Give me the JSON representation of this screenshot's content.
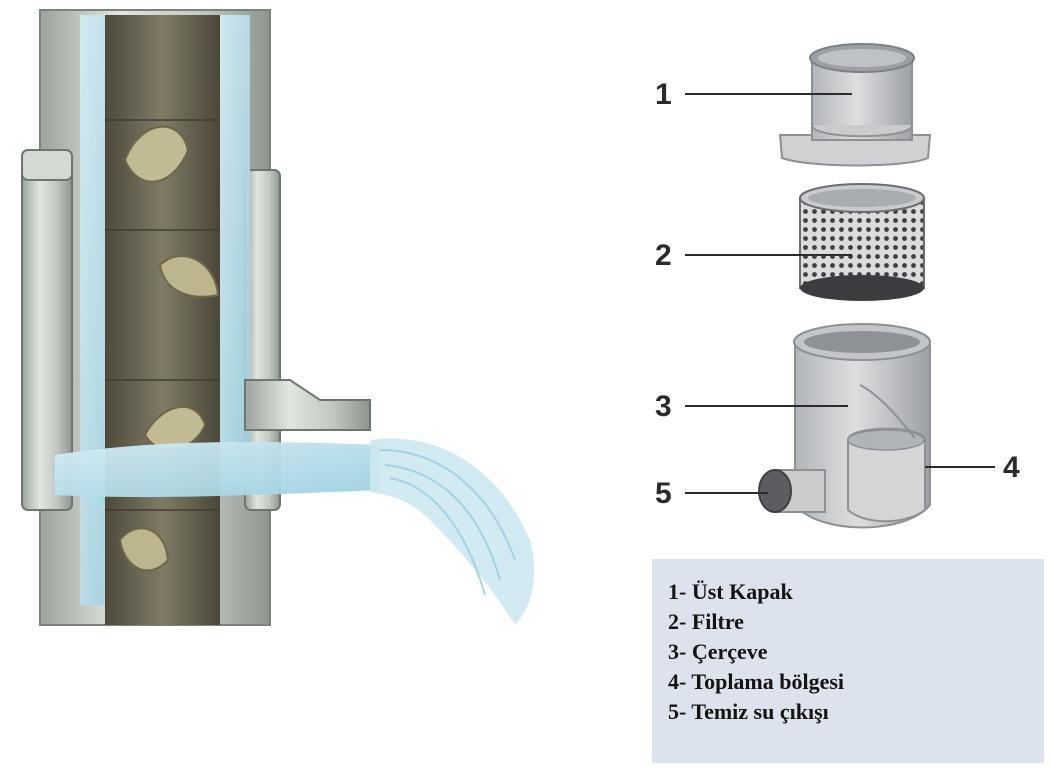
{
  "callouts": {
    "c1": "1",
    "c2": "2",
    "c3": "3",
    "c4": "4",
    "c5": "5"
  },
  "legend": {
    "items": [
      "1- Üst Kapak",
      "2- Filtre",
      "3- Çerçeve",
      "4- Toplama bölgesi",
      "5- Temiz su çıkışı"
    ]
  },
  "colors": {
    "legend_bg": "#dde3ec",
    "pipe_metal": "#c7ccc6",
    "pipe_inner": "#6e6a58",
    "water": "#bfe3ef",
    "leaf": "#b8b08a"
  }
}
